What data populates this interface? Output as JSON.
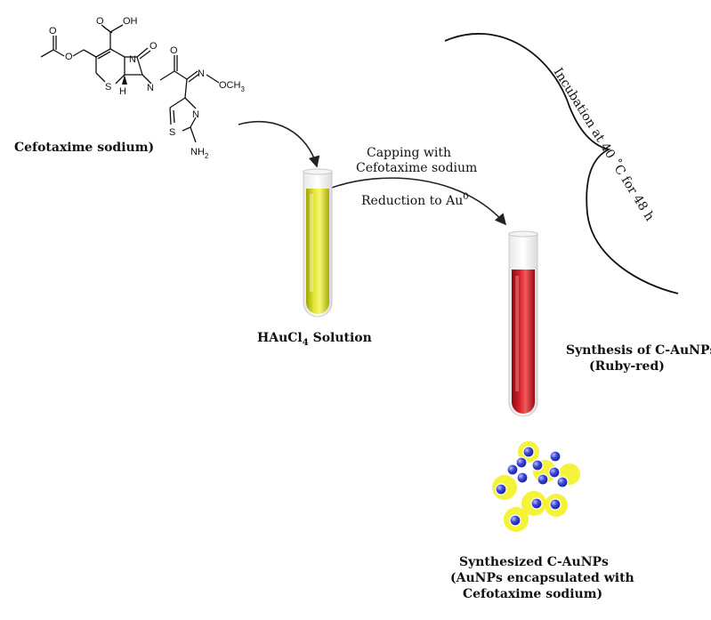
{
  "diagram": {
    "labels": {
      "compound": "Cefotaxime sodium)",
      "precursor_main": "HAuCl",
      "precursor_sub": "4",
      "precursor_tail": " Solution",
      "capping_line1": "Capping with",
      "capping_line2": "Cefotaxime sodium",
      "reduction_main": "Reduction to Au",
      "reduction_sup": "0",
      "incubation": "Incubation at 40 ˚C for 48 h",
      "synthesis_line1": "Synthesis of C-AuNPs",
      "synthesis_line2": "(Ruby-red)",
      "product_line1": "Synthesized C-AuNPs",
      "product_line2": "(AuNPs encapsulated with",
      "product_line3": "Cefotaxime sodium)"
    },
    "atoms": {
      "o_ester": "O",
      "o_carbonyl": "O",
      "cooh": "OH",
      "cooh_o": "O",
      "n_lactam": "N",
      "o_lactam": "O",
      "s_ring": "S",
      "h_stereo": "H",
      "n_amide": "N",
      "n_oxime": "N",
      "o_oxime": "OCH",
      "o_oxime_sub": "3",
      "s_thiazole": "S",
      "n_thiazole": "N",
      "nh2": "NH",
      "nh2_sub": "2",
      "o_amide": "O"
    },
    "colors": {
      "solution_yellow": "#cfd10a",
      "solution_red": "#c51018",
      "shell_yellow": "#f3f017",
      "core_blue": "#2a33c8"
    },
    "icons": [
      "curved-arrow-icon",
      "test-tube-icon",
      "curly-brace-icon",
      "nanoparticle-cluster-icon"
    ]
  }
}
